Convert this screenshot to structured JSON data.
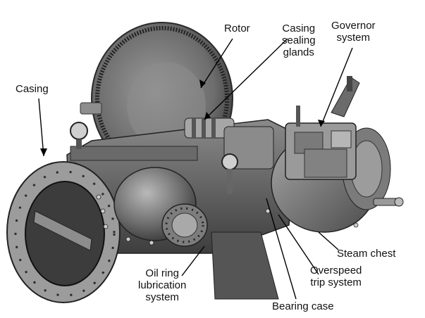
{
  "figure": {
    "labels": {
      "rotor": "Rotor",
      "casing_sealing_glands": "Casing\nsealing\nglands",
      "governor_system": "Governor\nsystem",
      "casing": "Casing",
      "steam_chest": "Steam chest",
      "overspeed_trip_system": "Overspeed\ntrip system",
      "bearing_case": "Bearing case",
      "oil_ring_lubrication_system": "Oil ring\nlubrication\nsystem"
    },
    "colors": {
      "background": "#ffffff",
      "metal_dark": "#3a3a3a",
      "metal_mid": "#777777",
      "metal_light": "#b5b5b5",
      "leader_line": "#000000"
    }
  }
}
